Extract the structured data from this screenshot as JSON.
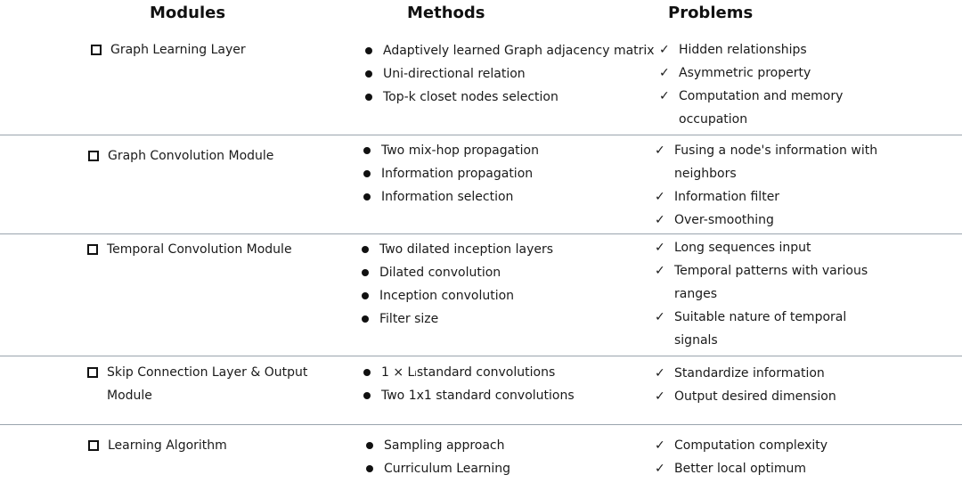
{
  "headers": {
    "modules": "Modules",
    "methods": "Methods",
    "problems": "Problems"
  },
  "rows": [
    {
      "module": "Graph Learning Layer",
      "methods": [
        "Adaptively learned Graph adjacency matrix",
        "Uni-directional relation",
        "Top-k closet nodes selection"
      ],
      "problems": [
        "Hidden relationships",
        "Asymmetric property",
        "Computation and memory occupation"
      ]
    },
    {
      "module": "Graph Convolution Module",
      "methods": [
        "Two mix-hop propagation",
        "Information propagation",
        "Information selection"
      ],
      "problems": [
        "Fusing a node's information with neighbors",
        "Information filter",
        "Over-smoothing"
      ]
    },
    {
      "module": "Temporal Convolution Module",
      "methods": [
        "Two dilated inception layers",
        "Dilated convolution",
        "Inception convolution",
        "Filter size"
      ],
      "problems": [
        "Long sequences input",
        "Temporal patterns with various ranges",
        "Suitable nature of temporal signals"
      ]
    },
    {
      "module": "Skip Connection Layer & Output Module",
      "methods": [
        "1 × Lᵢstandard convolutions",
        "Two 1x1 standard convolutions"
      ],
      "problems": [
        "Standardize information",
        "Output desired dimension"
      ]
    },
    {
      "module": "Learning Algorithm",
      "methods": [
        "Sampling approach",
        "Curriculum Learning"
      ],
      "problems": [
        "Computation complexity",
        "Better local optimum"
      ]
    }
  ],
  "icons": {
    "module_marker": "hollow-square-icon",
    "method_marker": "bullet-dot-icon",
    "problem_marker": "checkmark-icon"
  }
}
